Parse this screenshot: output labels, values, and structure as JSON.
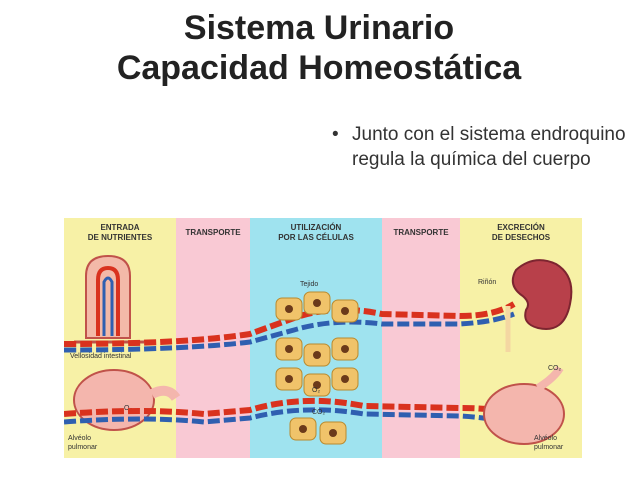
{
  "slide": {
    "title_line1": "Sistema Urinario",
    "title_line2": "Capacidad Homeostática",
    "bullet": "Junto con el sistema endroquino regula la química del cuerpo"
  },
  "figure": {
    "col1": [
      "ENTRADA",
      "DE NUTRIENTES"
    ],
    "col2": "TRANSPORTE",
    "col3": [
      "UTILIZACIÓN",
      "POR LAS CÉLULAS"
    ],
    "col4": "TRANSPORTE",
    "col5": [
      "EXCRECIÓN",
      "DE DESECHOS"
    ],
    "tejido": "Tejido",
    "rinon": "Riñón",
    "vellosidad": "Vellosidad intestinal",
    "alveolo_left": [
      "Alvéolo",
      "pulmonar"
    ],
    "alveolo_right": [
      "Alvéolo",
      "pulmonar"
    ],
    "o2": "O₂",
    "co2": "CO₂",
    "colors": {
      "yellow": "#f7f1a6",
      "pink": "#f9c9d4",
      "cyan": "#9fe3ef",
      "red_vessel": "#d9321e",
      "blue_vessel": "#2f5fb0",
      "cell": "#f0c36a",
      "kidney": "#b8404a"
    }
  }
}
